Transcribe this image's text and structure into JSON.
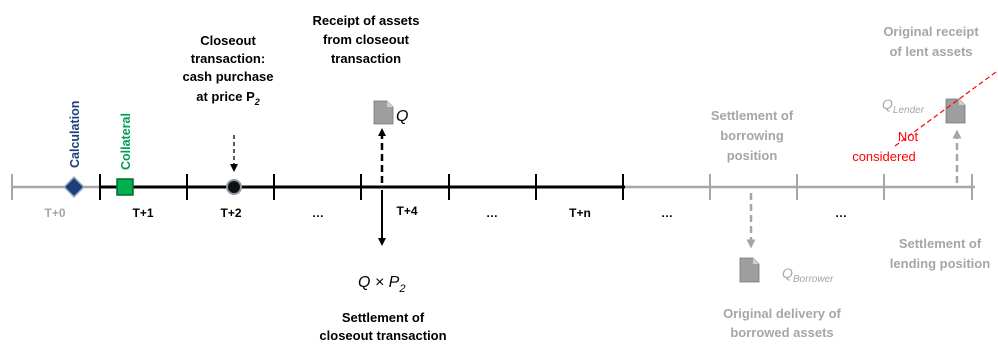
{
  "colors": {
    "dark": "#000000",
    "grey": "#A6A6A6",
    "grey_text": "#A6A6A6",
    "red": "#FF0000",
    "blue": "#1F3F7A",
    "green": "#00A050",
    "doc_icon": "#9E9E9E"
  },
  "timeline": {
    "ticks": [
      "T+0",
      "T+1",
      "T+2",
      "…",
      "T+4",
      "…",
      "T+n",
      "…",
      "…"
    ]
  },
  "markers": {
    "calculation": "Calculation",
    "collateral": "Collateral"
  },
  "labels": {
    "closeout_purchase": [
      "Closeout",
      "transaction:",
      "cash purchase",
      "at price P"
    ],
    "closeout_purchase_sub": "2",
    "receipt_closeout": [
      "Receipt of assets",
      "from closeout",
      "transaction"
    ],
    "q_label": "Q",
    "q_times_p": "Q × P",
    "q_times_p_sub": "2",
    "settlement_closeout": [
      "Settlement of",
      "closeout transaction"
    ],
    "settlement_borrowing": [
      "Settlement of",
      "borrowing",
      "position"
    ],
    "q_borrower_main": "Q",
    "q_borrower_sub": "Borrower",
    "original_delivery": [
      "Original delivery of",
      "borrowed assets"
    ],
    "q_lender_main": "Q",
    "q_lender_sub": "Lender",
    "not_considered": [
      "Not",
      "considered"
    ],
    "original_receipt": [
      "Original receipt",
      "of lent assets"
    ],
    "settlement_lending": [
      "Settlement of",
      "lending position"
    ]
  },
  "icons": [
    "document-icon"
  ]
}
